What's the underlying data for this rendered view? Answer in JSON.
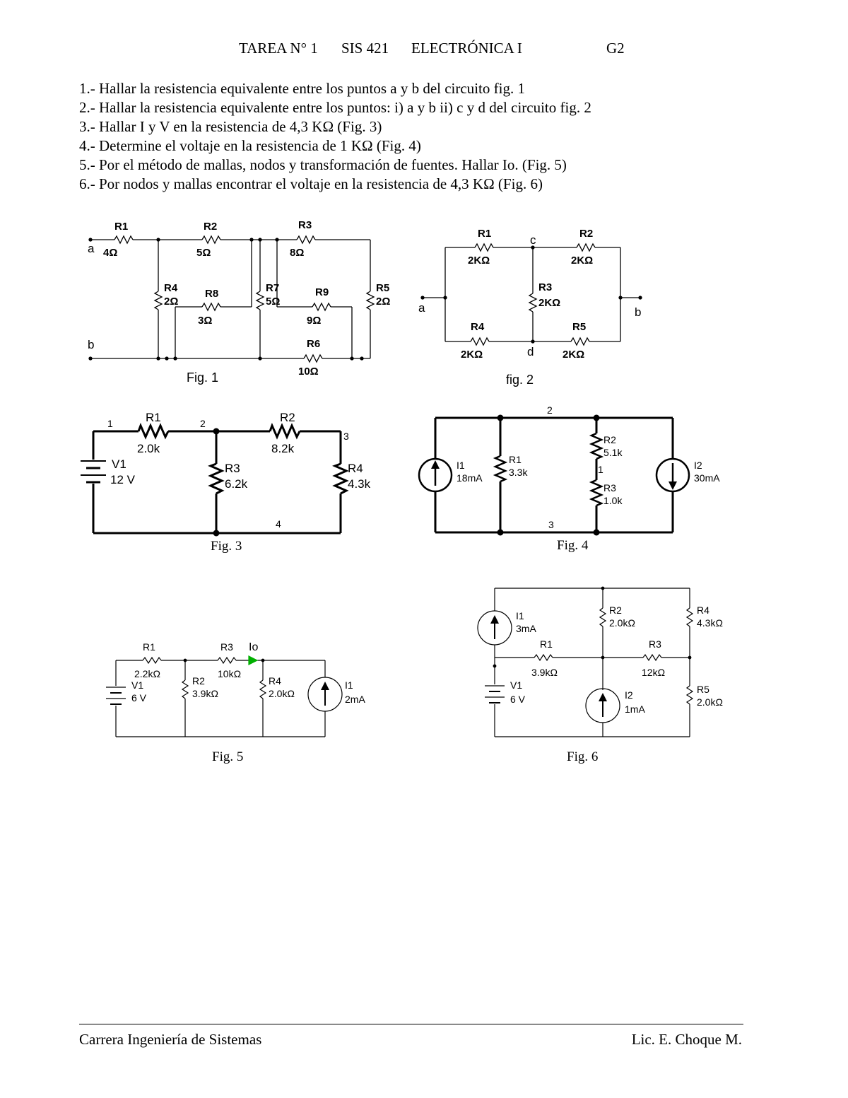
{
  "header": {
    "tarea": "TAREA N° 1",
    "course_code": "SIS 421",
    "course_name": "ELECTRÓNICA I",
    "group": "G2"
  },
  "tasks": [
    "1.- Hallar la resistencia equivalente entre los puntos a y b del circuito fig. 1",
    "2.- Hallar la resistencia equivalente entre los puntos: i) a y b  ii)  c y d    del circuito fig. 2",
    "3.- Hallar I  y  V en la resistencia de 4,3 KΩ (Fig. 3)",
    "4.- Determine el voltaje en la resistencia de 1 KΩ (Fig. 4)",
    "5.- Por el método de mallas, nodos y transformación de fuentes. Hallar Io. (Fig. 5)",
    "6.- Por nodos y mallas encontrar el voltaje en la resistencia de 4,3 KΩ (Fig. 6)"
  ],
  "fig1": {
    "caption": "Fig. 1",
    "node_a": "a",
    "node_b": "b",
    "r1": "R1",
    "r1v": "4Ω",
    "r2": "R2",
    "r2v": "5Ω",
    "r3": "R3",
    "r3v": "8Ω",
    "r4": "R4",
    "r4v": "2Ω",
    "r5": "R5",
    "r5v": "2Ω",
    "r6": "R6",
    "r6v": "10Ω",
    "r7": "R7",
    "r7v": "5Ω",
    "r8": "R8",
    "r8v": "3Ω",
    "r9": "R9",
    "r9v": "9Ω"
  },
  "fig2": {
    "caption": "fig. 2",
    "node_a": "a",
    "node_b": "b",
    "node_c": "c",
    "node_d": "d",
    "r1": "R1",
    "r1v": "2KΩ",
    "r2": "R2",
    "r2v": "2KΩ",
    "r3": "R3",
    "r3v": "2KΩ",
    "r4": "R4",
    "r4v": "2KΩ",
    "r5": "R5",
    "r5v": "2KΩ"
  },
  "fig3": {
    "caption": "Fig. 3",
    "n1": "1",
    "n2": "2",
    "n3": "3",
    "n4": "4",
    "r1": "R1",
    "r1v": "2.0k",
    "r2": "R2",
    "r2v": "8.2k",
    "r3": "R3",
    "r3v": "6.2k",
    "r4": "R4",
    "r4v": "4.3k",
    "v1": "V1",
    "v1v": "12 V"
  },
  "fig4": {
    "caption": "Fig. 4",
    "n1": "1",
    "n2": "2",
    "n3": "3",
    "i1": "I1",
    "i1v": "18mA",
    "r1": "R1",
    "r1v": "3.3k",
    "r2": "R2",
    "r2v": "5.1k",
    "r3": "R3",
    "r3v": "1.0k",
    "i2": "I2",
    "i2v": "30mA"
  },
  "fig5": {
    "caption": "Fig. 5",
    "r1": "R1",
    "r1v": "2.2kΩ",
    "r2": "R2",
    "r2v": "3.9kΩ",
    "r3": "R3",
    "r3v": "10kΩ",
    "r4": "R4",
    "r4v": "2.0kΩ",
    "io": "Io",
    "v1": "V1",
    "v1v": "6 V",
    "i1": "I1",
    "i1v": "2mA"
  },
  "fig6": {
    "caption": "Fig. 6",
    "i1": "I1",
    "i1v": "3mA",
    "r1": "R1",
    "r1v": "3.9kΩ",
    "r2": "R2",
    "r2v": "2.0kΩ",
    "r3": "R3",
    "r3v": "12kΩ",
    "r4": "R4",
    "r4v": "4.3kΩ",
    "r5": "R5",
    "r5v": "2.0kΩ",
    "v1": "V1",
    "v1v": "6 V",
    "i2": "I2",
    "i2v": "1mA"
  },
  "footer": {
    "left": "Carrera Ingeniería de Sistemas",
    "right": "Lic. E. Choque M."
  }
}
